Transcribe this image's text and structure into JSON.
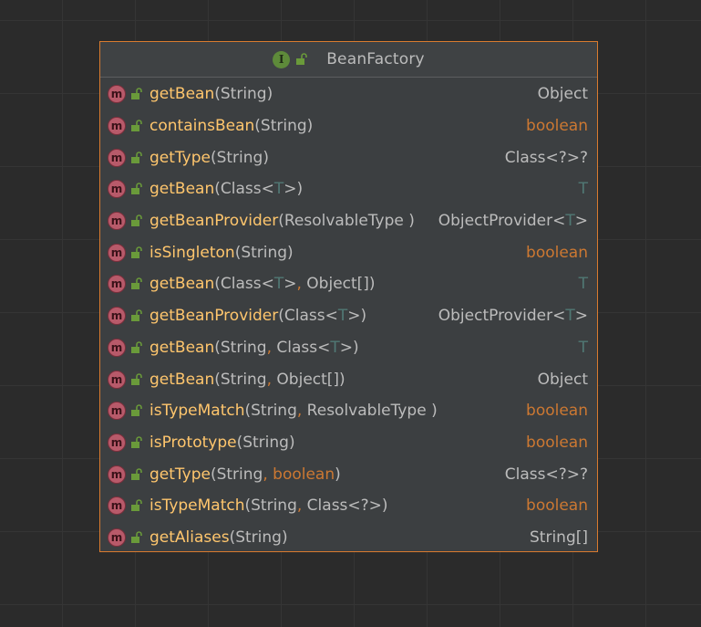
{
  "interface": {
    "name": "BeanFactory",
    "icon": "interface-icon",
    "icon_letter": "I"
  },
  "colors": {
    "method_name": "#ffc66d",
    "keyword": "#cc7832",
    "type_param": "#507874",
    "text": "#bcbcbc",
    "border": "#d97b2f"
  },
  "methods": [
    {
      "name": "getBean",
      "params": "(String)",
      "returns": "Object",
      "return_style": "plain"
    },
    {
      "name": "containsBean",
      "params": "(String)",
      "returns": "boolean",
      "return_style": "keyword"
    },
    {
      "name": "getType",
      "params": "(String)",
      "returns": "Class<?>?",
      "return_style": "plain"
    },
    {
      "name": "getBean",
      "params": "(Class<T>)",
      "returns": "T",
      "return_style": "type_param"
    },
    {
      "name": "getBeanProvider",
      "params": "(ResolvableType )",
      "returns": "ObjectProvider<T>",
      "return_style": "plain"
    },
    {
      "name": "isSingleton",
      "params": "(String)",
      "returns": "boolean",
      "return_style": "keyword"
    },
    {
      "name": "getBean",
      "params": "(Class<T>, Object[])",
      "returns": "T",
      "return_style": "type_param"
    },
    {
      "name": "getBeanProvider",
      "params": "(Class<T>)",
      "returns": "ObjectProvider<T>",
      "return_style": "plain"
    },
    {
      "name": "getBean",
      "params": "(String, Class<T>)",
      "returns": "T",
      "return_style": "type_param"
    },
    {
      "name": "getBean",
      "params": "(String, Object[])",
      "returns": "Object",
      "return_style": "plain"
    },
    {
      "name": "isTypeMatch",
      "params": "(String, ResolvableType )",
      "returns": "boolean",
      "return_style": "keyword"
    },
    {
      "name": "isPrototype",
      "params": "(String)",
      "returns": "boolean",
      "return_style": "keyword"
    },
    {
      "name": "getType",
      "params": "(String, boolean)",
      "returns": "Class<?>?",
      "return_style": "plain"
    },
    {
      "name": "isTypeMatch",
      "params": "(String, Class<?>)",
      "returns": "boolean",
      "return_style": "keyword"
    },
    {
      "name": "getAliases",
      "params": "(String)",
      "returns": "String[]",
      "return_style": "plain"
    }
  ]
}
